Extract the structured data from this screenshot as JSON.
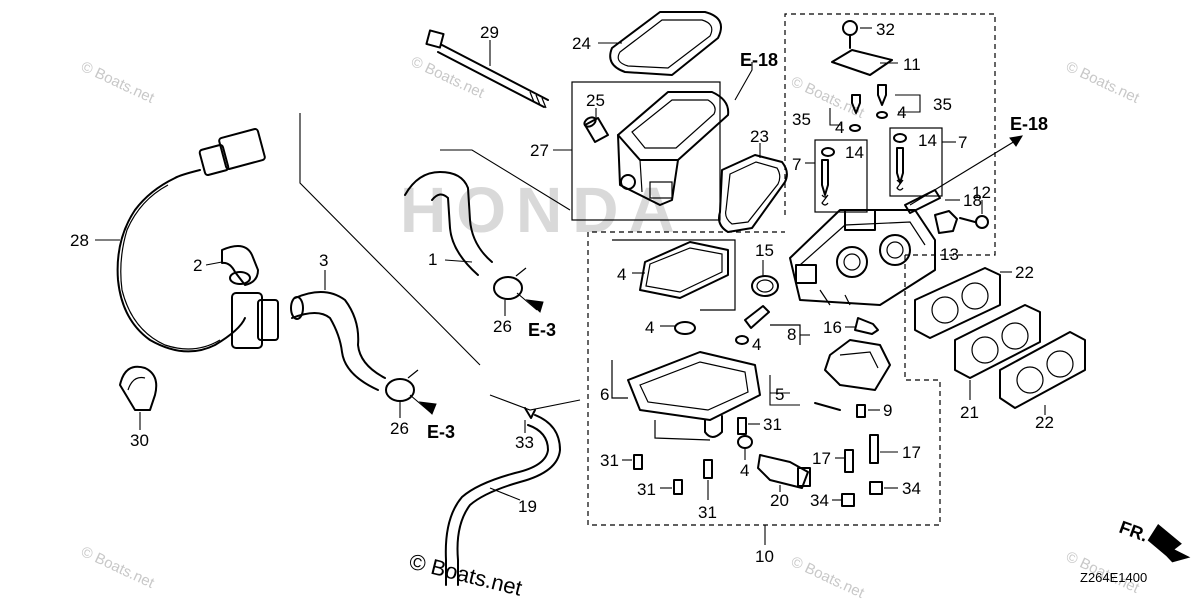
{
  "diagram": {
    "brand_watermark": "HONDA",
    "diagram_code": "Z264E1400",
    "watermark_text": "© Boats.net",
    "front_indicator": "FR.",
    "refs": {
      "e18": "E-18",
      "e3": "E-3"
    },
    "callouts": {
      "c1": "1",
      "c2": "2",
      "c3": "3",
      "c4": "4",
      "c5": "5",
      "c6": "6",
      "c7": "7",
      "c8": "8",
      "c9": "9",
      "c10": "10",
      "c11": "11",
      "c12": "12",
      "c13": "13",
      "c14": "14",
      "c15": "15",
      "c16": "16",
      "c17": "17",
      "c18": "18",
      "c19": "19",
      "c20": "20",
      "c21": "21",
      "c22": "22",
      "c23": "23",
      "c24": "24",
      "c25": "25",
      "c26": "26",
      "c27": "27",
      "c28": "28",
      "c29": "29",
      "c30": "30",
      "c31": "31",
      "c32": "32",
      "c33": "33",
      "c34": "34",
      "c35": "35"
    }
  }
}
